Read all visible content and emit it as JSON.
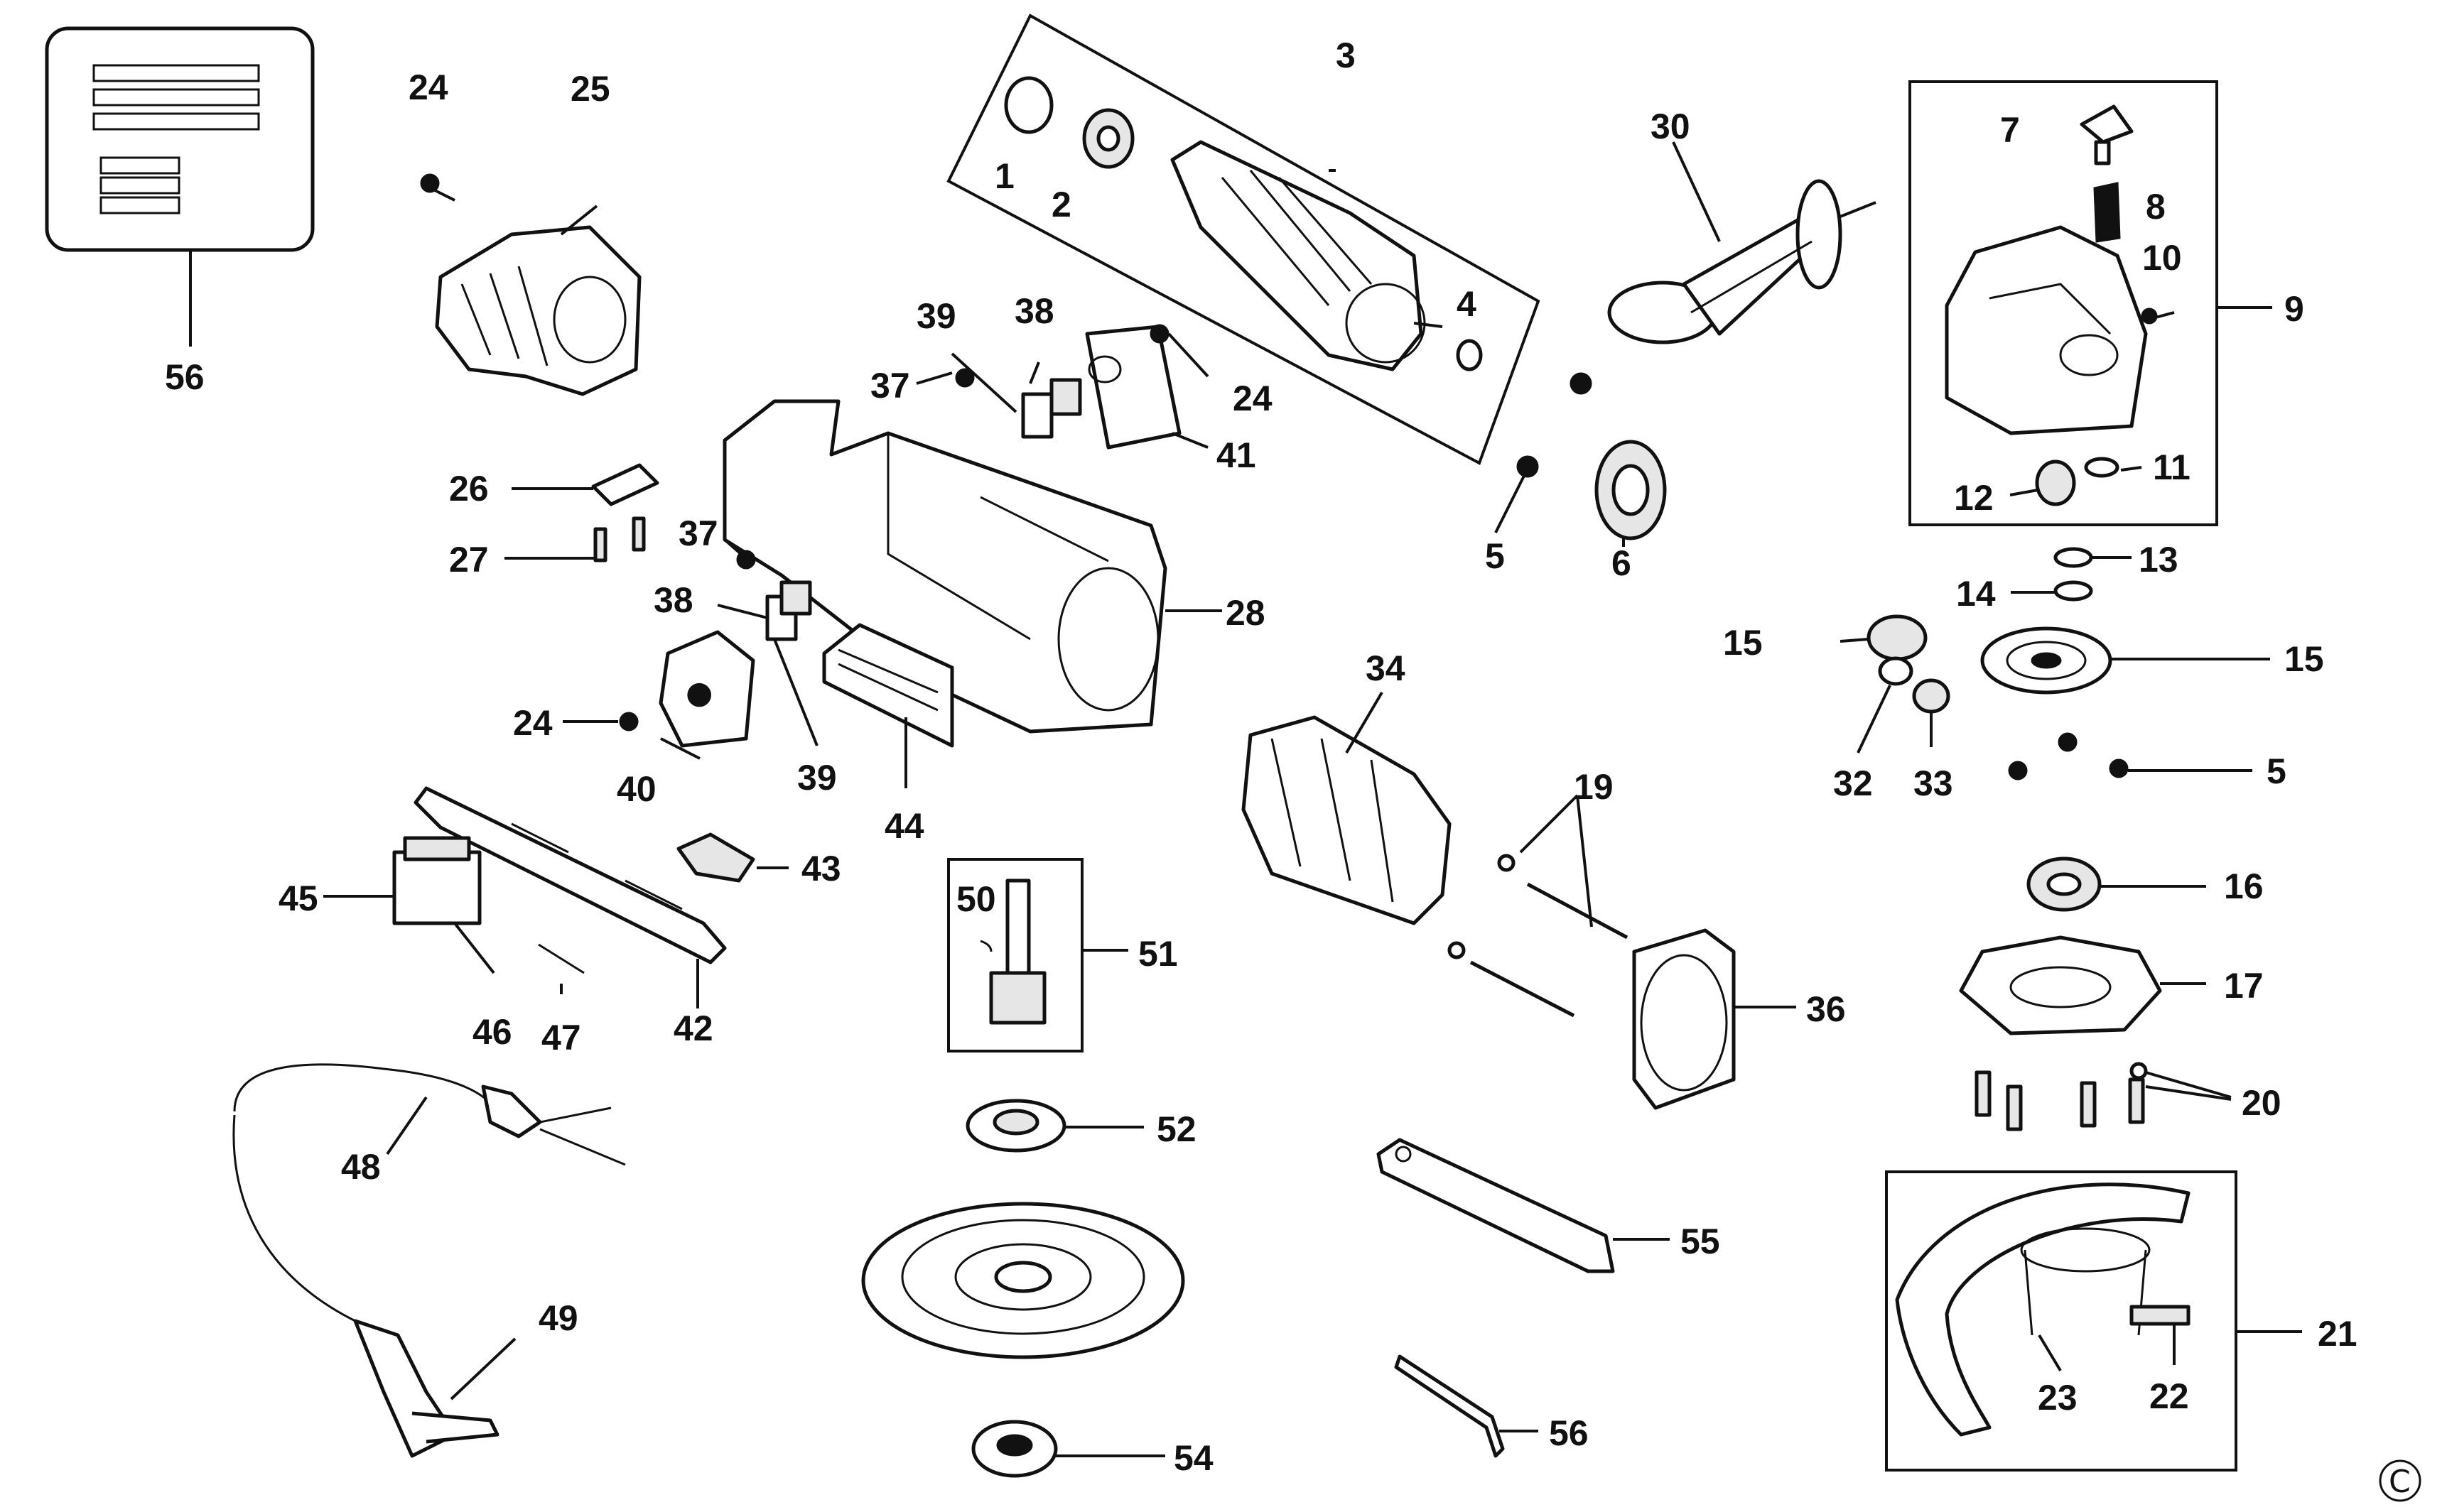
{
  "labels": {
    "p1": "1",
    "p2": "2",
    "p3": "3",
    "p4": "4",
    "p5a": "5",
    "p5b": "5",
    "p6": "6",
    "p7": "7",
    "p8": "8",
    "p9": "9",
    "p10": "10",
    "p11": "11",
    "p12": "12",
    "p13": "13",
    "p14": "14",
    "p15a": "15",
    "p15b": "15",
    "p16": "16",
    "p17": "17",
    "p19": "19",
    "p20": "20",
    "p21": "21",
    "p22": "22",
    "p23": "23",
    "p24a": "24",
    "p24b": "24",
    "p24c": "24",
    "p25": "25",
    "p26": "26",
    "p27": "27",
    "p28": "28",
    "p30": "30",
    "p32": "32",
    "p33": "33",
    "p34": "34",
    "p36": "36",
    "p37a": "37",
    "p37b": "37",
    "p38a": "38",
    "p38b": "38",
    "p39a": "39",
    "p39b": "39",
    "p40": "40",
    "p41": "41",
    "p42": "42",
    "p43": "43",
    "p44": "44",
    "p45": "45",
    "p46": "46",
    "p47": "47",
    "p48": "48",
    "p49": "49",
    "p50": "50",
    "p51": "51",
    "p52": "52",
    "p54": "54",
    "p55": "55",
    "p56a": "56",
    "p56b": "56"
  },
  "copyright": "C"
}
